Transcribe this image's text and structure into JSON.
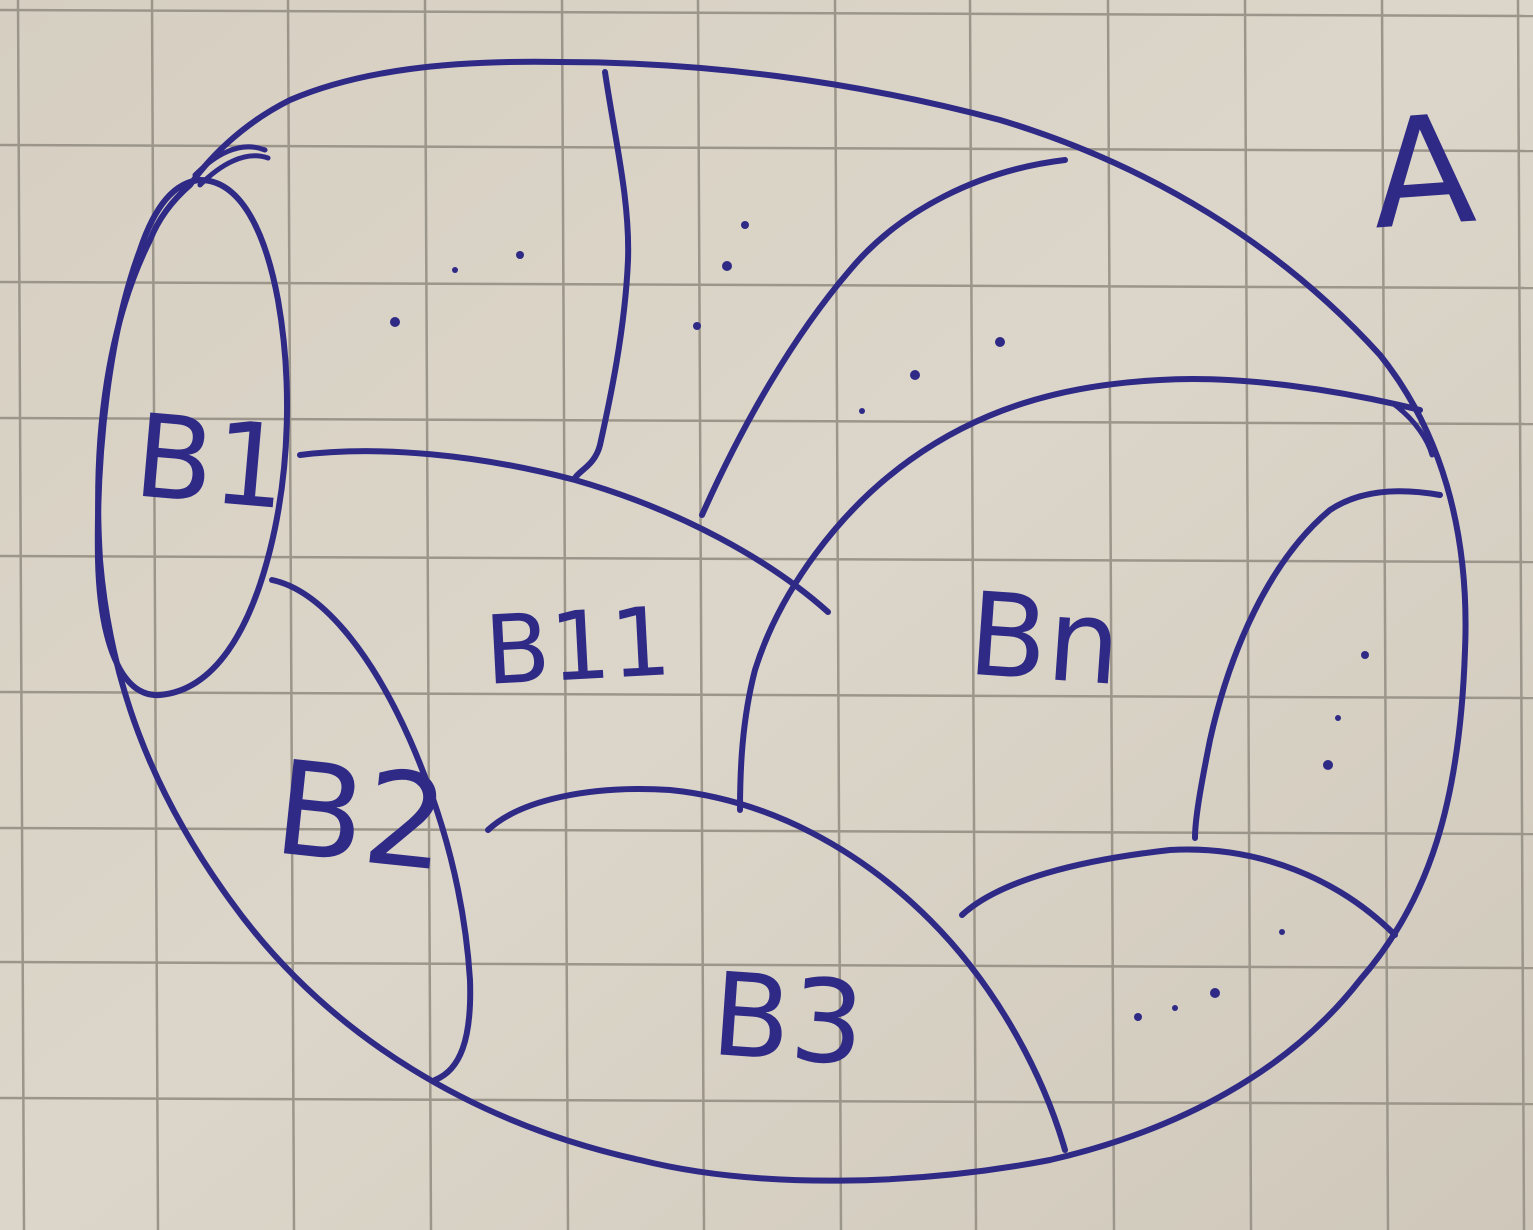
{
  "diagram": {
    "labels": {
      "set_a": "A",
      "region_b1": "B1",
      "region_b11": "B11",
      "region_b2": "B2",
      "region_b3": "B3",
      "region_bn": "Bn"
    },
    "colors": {
      "ink": "#2f2a86",
      "paper": "#d9d3c6",
      "grid": "#9c958a"
    }
  }
}
